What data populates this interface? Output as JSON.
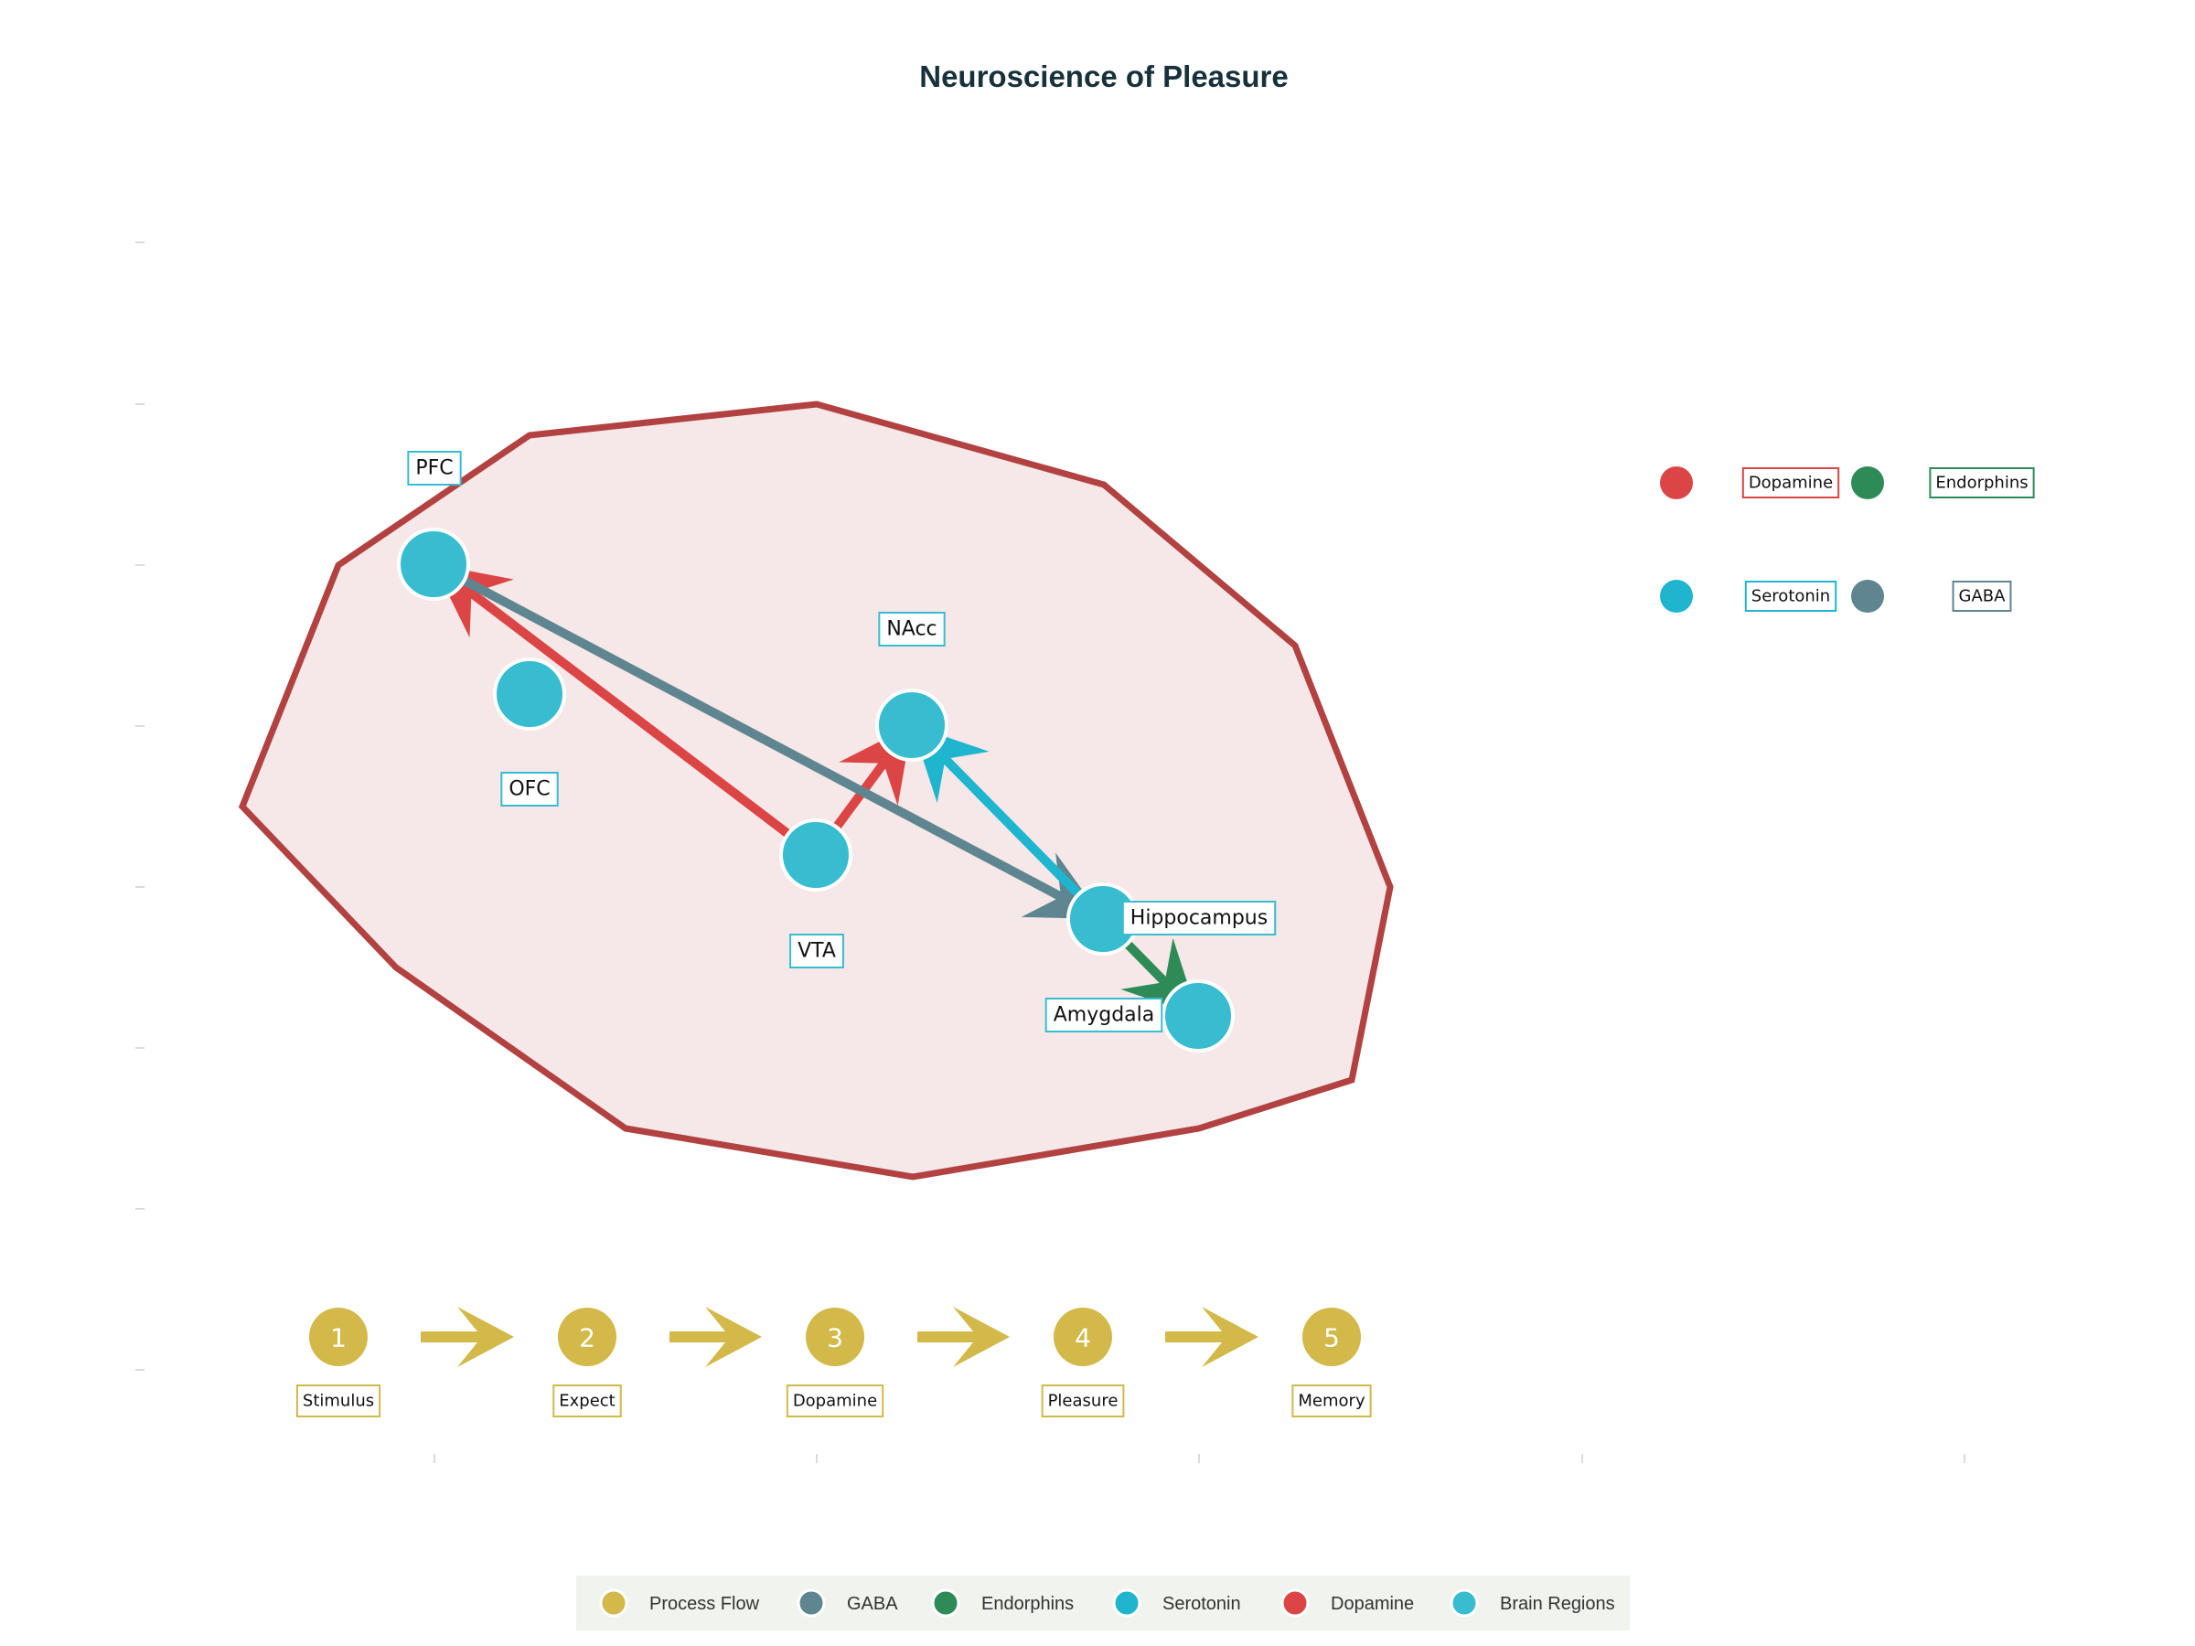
{
  "title": "Neuroscience of Pleasure",
  "colors": {
    "dopamine": "#dc4545",
    "endorphins": "#2e8b57",
    "serotonin": "#1fb5ce",
    "gaba": "#5f8590",
    "brain_region": "#38bcd0",
    "process": "#d2b94a",
    "outline": "#b24242",
    "fill": "#f6e8e8"
  },
  "regions": [
    {
      "id": "PFC",
      "label": "PFC"
    },
    {
      "id": "OFC",
      "label": "OFC"
    },
    {
      "id": "NAcc",
      "label": "NAcc"
    },
    {
      "id": "VTA",
      "label": "VTA"
    },
    {
      "id": "Hippocampus",
      "label": "Hippocampus"
    },
    {
      "id": "Amygdala",
      "label": "Amygdala"
    }
  ],
  "pathways": [
    {
      "from": "VTA",
      "to": "PFC",
      "type": "dopamine"
    },
    {
      "from": "VTA",
      "to": "NAcc",
      "type": "dopamine"
    },
    {
      "from": "PFC",
      "to": "Hippocampus",
      "type": "gaba"
    },
    {
      "from": "Hippocampus",
      "to": "NAcc",
      "type": "serotonin"
    },
    {
      "from": "Hippocampus",
      "to": "Amygdala",
      "type": "endorphins"
    }
  ],
  "neurotransmitter_key": [
    {
      "label": "Dopamine",
      "type": "dopamine"
    },
    {
      "label": "Endorphins",
      "type": "endorphins"
    },
    {
      "label": "Serotonin",
      "type": "serotonin"
    },
    {
      "label": "GABA",
      "type": "gaba"
    }
  ],
  "process_steps": [
    {
      "number": "1",
      "label": "Stimulus"
    },
    {
      "number": "2",
      "label": "Expect"
    },
    {
      "number": "3",
      "label": "Dopamine"
    },
    {
      "number": "4",
      "label": "Pleasure"
    },
    {
      "number": "5",
      "label": "Memory"
    }
  ],
  "legend": [
    {
      "label": "Process Flow",
      "type": "process"
    },
    {
      "label": "GABA",
      "type": "gaba"
    },
    {
      "label": "Endorphins",
      "type": "endorphins"
    },
    {
      "label": "Serotonin",
      "type": "serotonin"
    },
    {
      "label": "Dopamine",
      "type": "dopamine"
    },
    {
      "label": "Brain Regions",
      "type": "brain_region"
    }
  ]
}
